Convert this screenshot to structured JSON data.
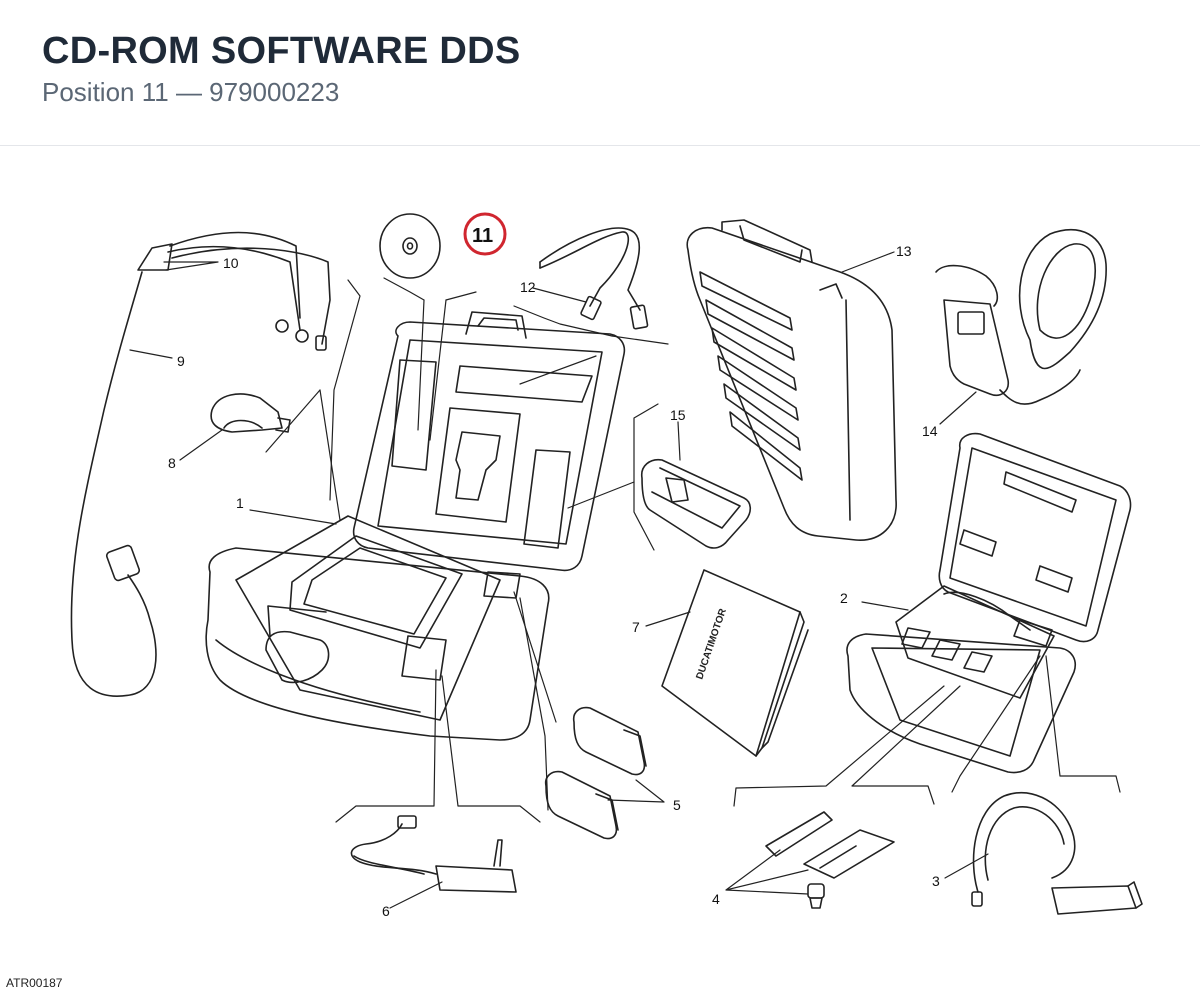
{
  "header": {
    "title": "CD-ROM SOFTWARE DDS",
    "position_label": "Position 11",
    "separator": " — ",
    "part_number": "979000223"
  },
  "diagram": {
    "callouts": [
      "1",
      "2",
      "3",
      "4",
      "5",
      "6",
      "7",
      "8",
      "9",
      "10",
      "11",
      "12",
      "13",
      "14",
      "15"
    ],
    "highlighted_callout": "11",
    "manual_brand_text": "DUCATIMOTOR",
    "highlight_color": "#d0262f",
    "line_color": "#222222"
  },
  "footer": {
    "reference": "ATR00187"
  }
}
